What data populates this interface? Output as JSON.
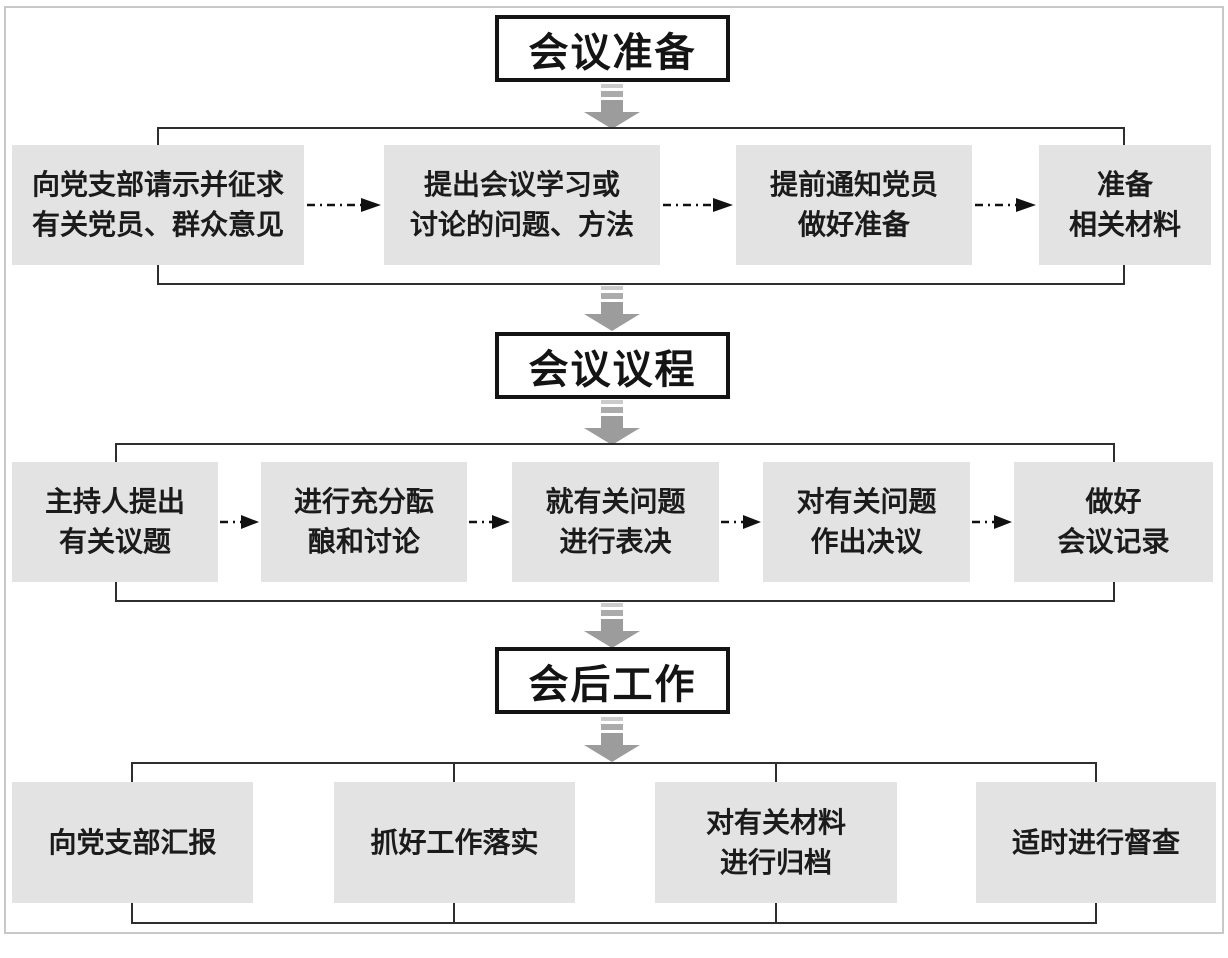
{
  "diagram": {
    "type": "flowchart",
    "language": "zh-CN",
    "sections": [
      {
        "title": "会议准备",
        "steps": [
          {
            "lines": [
              "向党支部请示并征求",
              "有关党员、群众意见"
            ]
          },
          {
            "lines": [
              "提出会议学习或",
              "讨论的问题、方法"
            ]
          },
          {
            "lines": [
              "提前通知党员",
              "做好准备"
            ]
          },
          {
            "lines": [
              "准备",
              "相关材料"
            ]
          }
        ],
        "step_connector": "dash-dot-arrow-right"
      },
      {
        "title": "会议议程",
        "steps": [
          {
            "lines": [
              "主持人提出",
              "有关议题"
            ]
          },
          {
            "lines": [
              "进行充分酝",
              "酿和讨论"
            ]
          },
          {
            "lines": [
              "就有关问题",
              "进行表决"
            ]
          },
          {
            "lines": [
              "对有关问题",
              "作出决议"
            ]
          },
          {
            "lines": [
              "做好",
              "会议记录"
            ]
          }
        ],
        "step_connector": "dash-dot-arrow-right"
      },
      {
        "title": "会后工作",
        "steps": [
          {
            "lines": [
              "向党支部汇报"
            ]
          },
          {
            "lines": [
              "抓好工作落实"
            ]
          },
          {
            "lines": [
              "对有关材料",
              "进行归档"
            ]
          },
          {
            "lines": [
              "适时进行督查"
            ]
          }
        ],
        "step_connector": "none"
      }
    ],
    "section_connector": "thick-gray-down-arrow",
    "colors": {
      "step_fill": "#e3e3e3",
      "title_border": "#141414",
      "bracket_line": "#2e2e2e",
      "connector": "#111111",
      "big_arrow": "#9c9c9c",
      "frame_border": "#c8c8c8",
      "text": "#1b1b1b"
    }
  }
}
